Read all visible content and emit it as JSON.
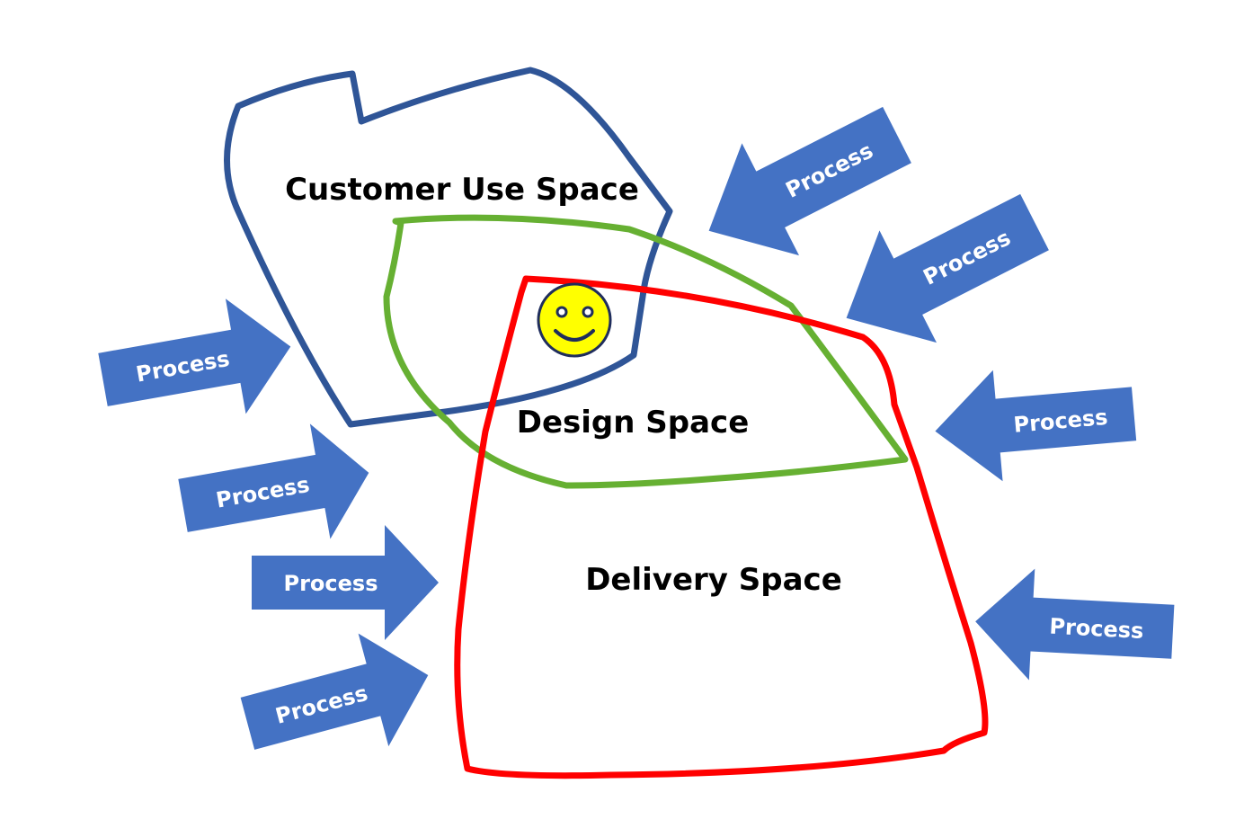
{
  "regions": {
    "customer_use": {
      "label": "Customer Use Space",
      "color": "#2f5597"
    },
    "design": {
      "label": "Design Space",
      "color": "#66b032"
    },
    "delivery": {
      "label": "Delivery Space",
      "color": "#ff0000"
    }
  },
  "smiley": {
    "fill": "#ffff00",
    "outline": "#1f2d5c"
  },
  "process_arrows": {
    "color": "#4472c4",
    "items": [
      {
        "label": "Process",
        "direction": "incoming-from-upper-right"
      },
      {
        "label": "Process",
        "direction": "incoming-from-upper-right"
      },
      {
        "label": "Process",
        "direction": "incoming-from-right"
      },
      {
        "label": "Process",
        "direction": "incoming-from-right"
      },
      {
        "label": "Process",
        "direction": "incoming-from-left"
      },
      {
        "label": "Process",
        "direction": "incoming-from-left"
      },
      {
        "label": "Process",
        "direction": "incoming-from-left"
      },
      {
        "label": "Process",
        "direction": "incoming-from-left"
      }
    ]
  }
}
